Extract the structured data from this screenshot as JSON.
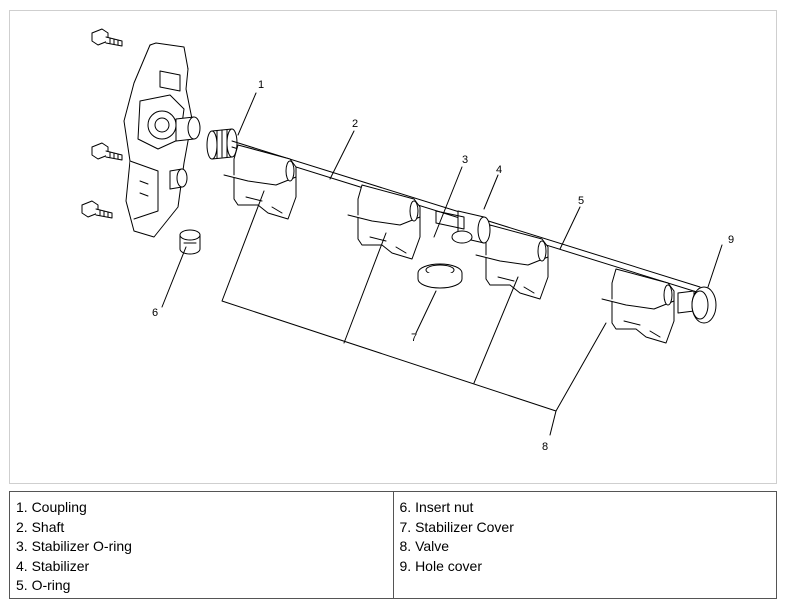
{
  "diagram": {
    "callouts": [
      "1",
      "2",
      "3",
      "4",
      "5",
      "6",
      "7",
      "8",
      "9"
    ]
  },
  "legend": {
    "left": [
      "1. Coupling",
      "2. Shaft",
      "3. Stabilizer O-ring",
      "4. Stabilizer",
      "5. O-ring"
    ],
    "right": [
      "6. Insert nut",
      "7. Stabilizer Cover",
      "8. Valve",
      "9. Hole cover"
    ]
  }
}
